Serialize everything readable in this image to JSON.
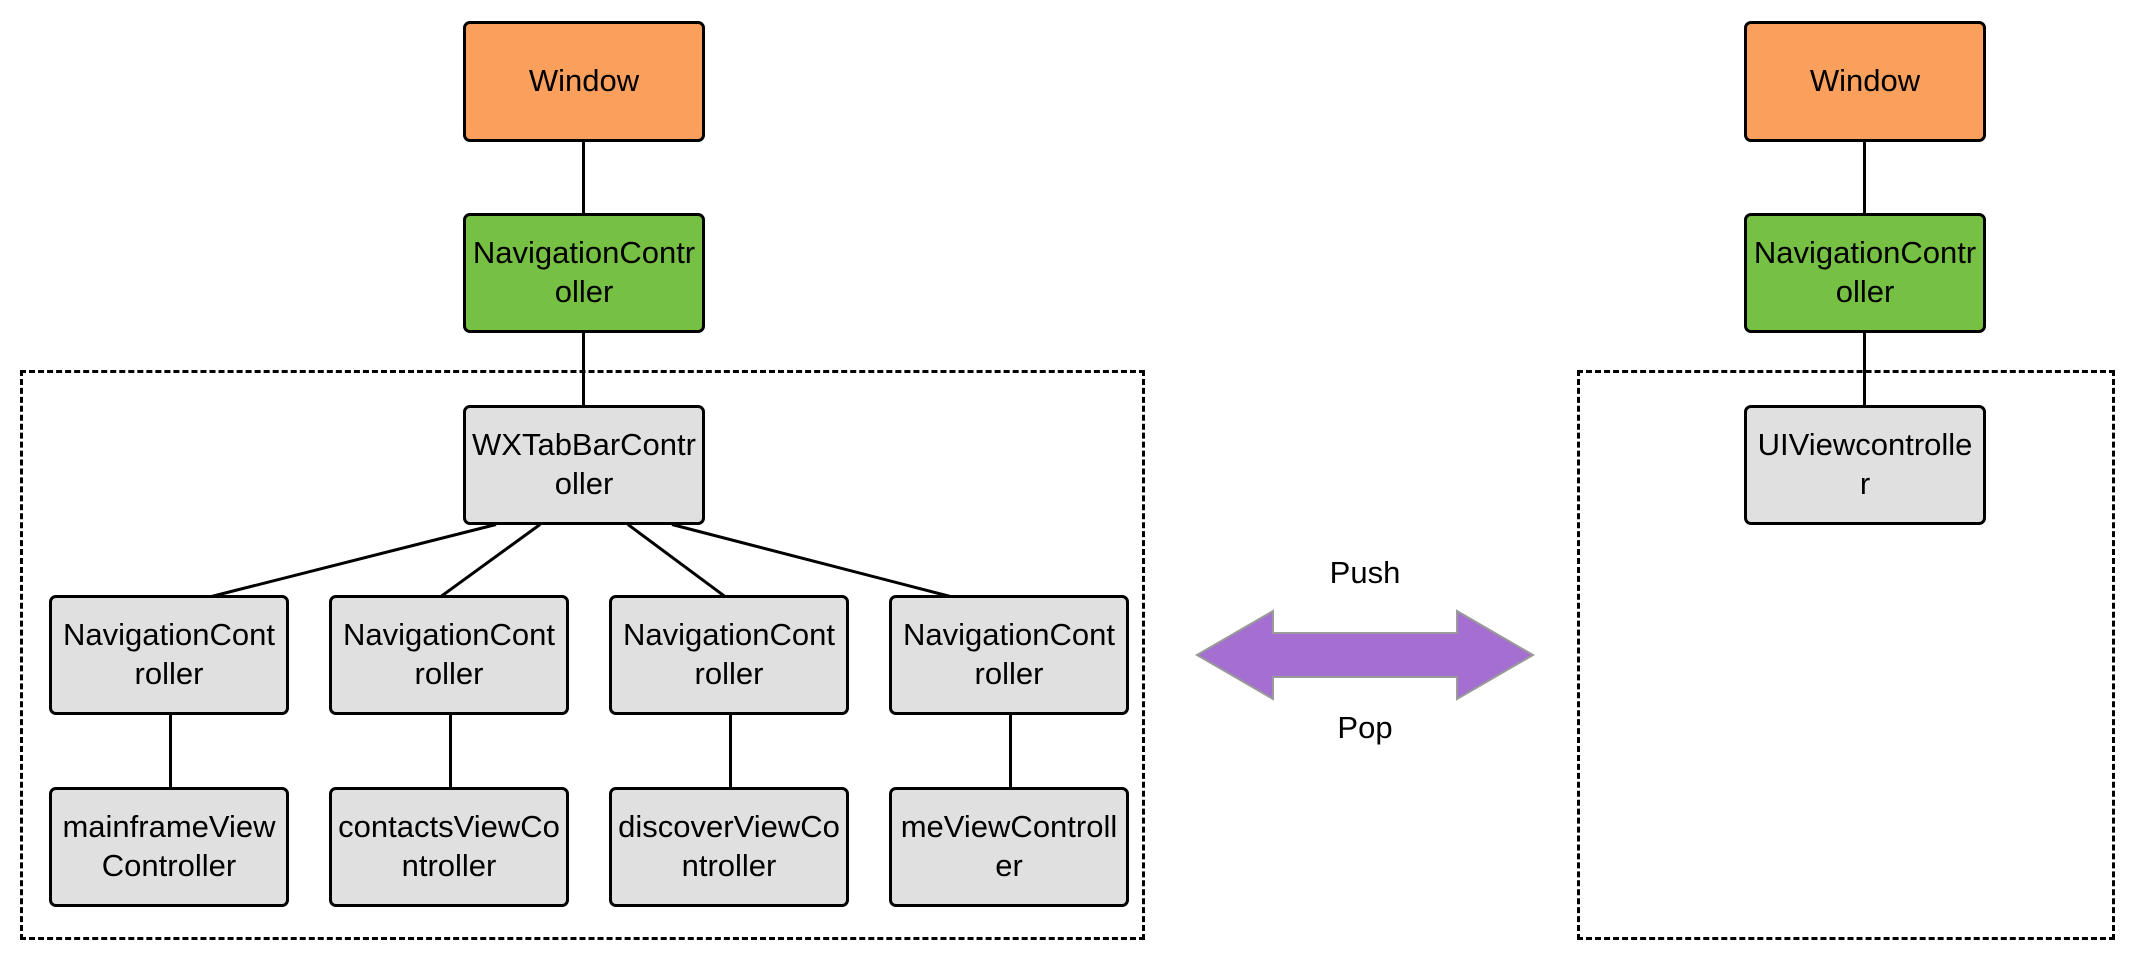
{
  "diagram": {
    "title": "iOS view controller hierarchy: WXTabBarController vs pushed UIViewcontroller",
    "colors": {
      "window": "#FBA05C",
      "navigation_controller": "#76C043",
      "plain_node": "#e0e0e0",
      "arrow": "#A濁"
    }
  },
  "left_group": {
    "window": {
      "label": "Window"
    },
    "root_navigation_controller": {
      "label": "NavigationController"
    },
    "tab_bar_controller": {
      "label": "WXTabBarController"
    },
    "child_navigation_controllers": [
      {
        "label": "NavigationController"
      },
      {
        "label": "NavigationController"
      },
      {
        "label": "NavigationController"
      },
      {
        "label": "NavigationController"
      }
    ],
    "leaf_view_controllers": [
      {
        "label": "mainframeViewController"
      },
      {
        "label": "contactsViewController"
      },
      {
        "label": "discoverViewController"
      },
      {
        "label": "meViewController"
      }
    ]
  },
  "transition": {
    "push_label": "Push",
    "pop_label": "Pop",
    "arrow_color": "#A46FD0"
  },
  "right_group": {
    "window": {
      "label": "Window"
    },
    "root_navigation_controller": {
      "label": "NavigationController"
    },
    "pushed_view_controller": {
      "label": "UIViewcontroller"
    }
  }
}
